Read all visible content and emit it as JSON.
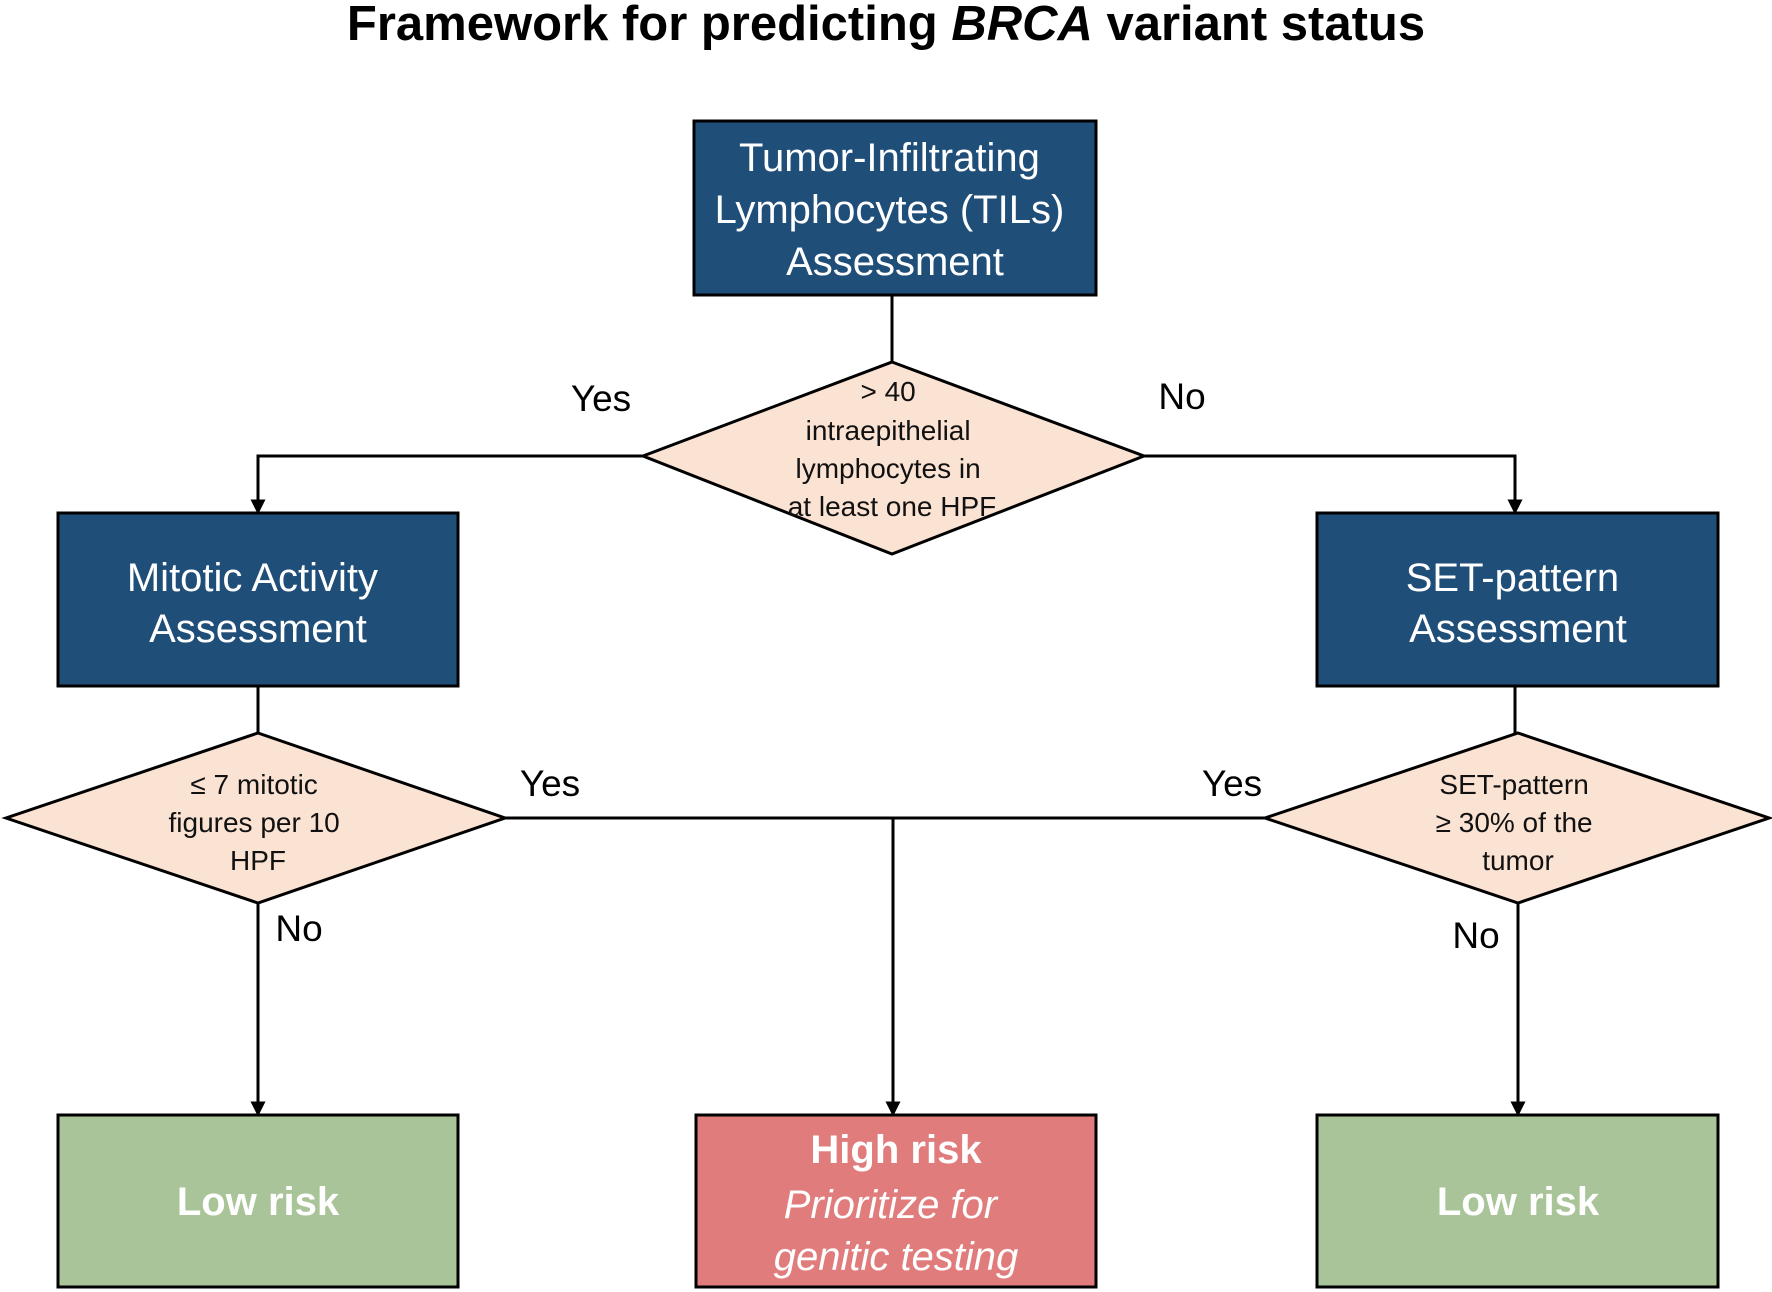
{
  "title": {
    "prefix": "Framework for predicting ",
    "gene": "BRCA",
    "suffix": " variant status"
  },
  "colors": {
    "process_fill": "#1f4e79",
    "decision_fill": "#fbe3d4",
    "low_risk_fill": "#a9c498",
    "high_risk_fill": "#e07c7b"
  },
  "nodes": {
    "til_assessment": {
      "lines": [
        "Tumor-Infiltrating",
        "Lymphocytes (TILs)",
        "Assessment"
      ]
    },
    "til_decision": {
      "lines": [
        "> 40",
        "intraepithelial",
        "lymphocytes in",
        "at least one HPF"
      ]
    },
    "mitotic_assessment": {
      "lines": [
        "Mitotic Activity",
        "Assessment"
      ]
    },
    "set_assessment": {
      "lines": [
        "SET-pattern",
        "Assessment"
      ]
    },
    "mitotic_decision": {
      "lines": [
        "≤ 7 mitotic",
        "figures per 10",
        "HPF"
      ]
    },
    "set_decision": {
      "lines": [
        "SET-pattern",
        "≥ 30% of the",
        "tumor"
      ]
    },
    "low_risk_left": {
      "label": "Low risk"
    },
    "high_risk": {
      "label": "High risk",
      "lines": [
        "Prioritize for",
        "genitic testing"
      ]
    },
    "low_risk_right": {
      "label": "Low risk"
    }
  },
  "edge_labels": {
    "til_yes": "Yes",
    "til_no": "No",
    "mitotic_yes": "Yes",
    "mitotic_no": "No",
    "set_yes": "Yes",
    "set_no": "No"
  }
}
